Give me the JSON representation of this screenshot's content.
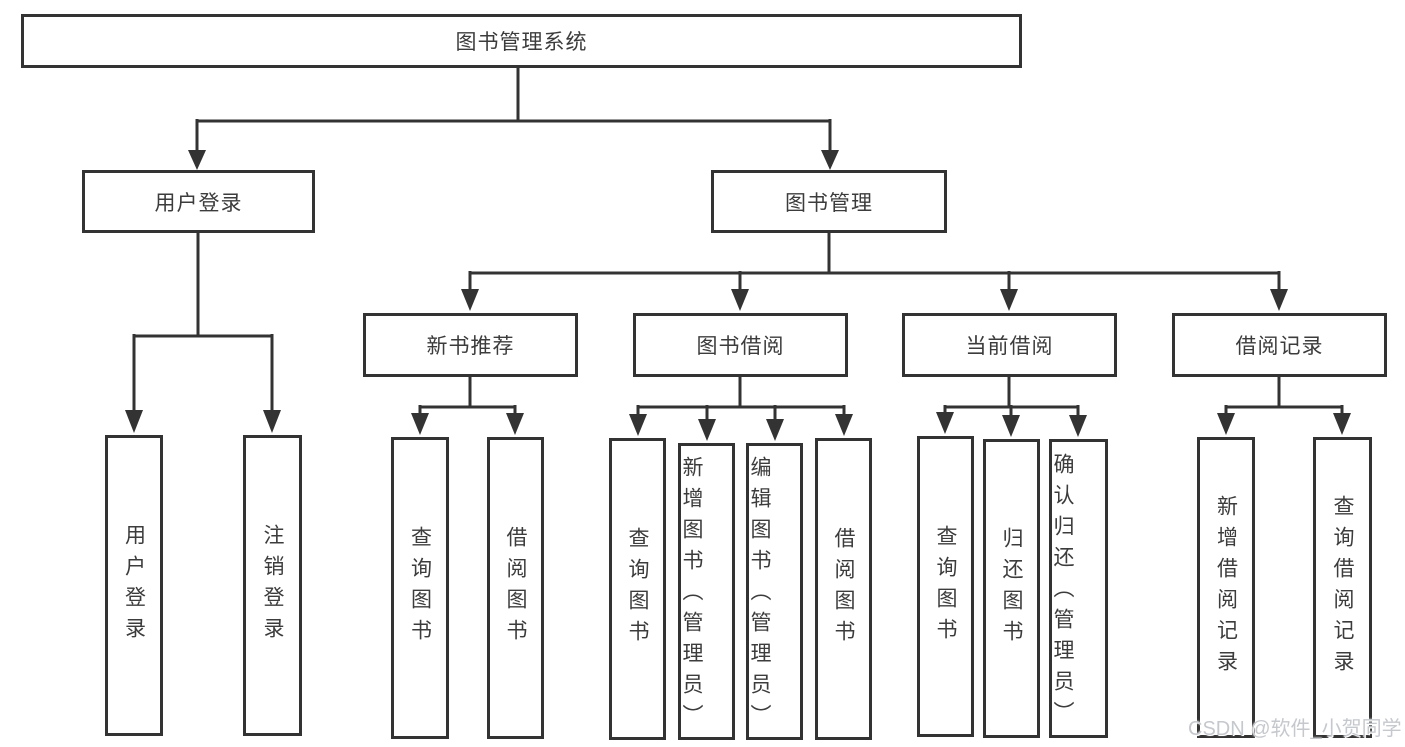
{
  "diagram": {
    "type": "hierarchy-flowchart",
    "title": "图书管理系统",
    "hierarchy": {
      "图书管理系统": {
        "用户登录": [
          "用户登录",
          "注销登录"
        ],
        "图书管理": {
          "新书推荐": [
            "查询图书",
            "借阅图书"
          ],
          "图书借阅": [
            "查询图书",
            "新增图书（管理员）",
            "编辑图书（管理员）",
            "借阅图书"
          ],
          "当前借阅": [
            "查询图书",
            "归还图书",
            "确认归还（管理员）"
          ],
          "借阅记录": [
            "新增借阅记录",
            "查询借阅记录"
          ]
        }
      }
    }
  },
  "nodes": {
    "root": "图书管理系统",
    "user_login": "用户登录",
    "book_mgmt": "图书管理",
    "ul_login": "用户登录",
    "ul_logout": "注销登录",
    "new_book_rec": "新书推荐",
    "book_borrow": "图书借阅",
    "current_borrow": "当前借阅",
    "borrow_records": "借阅记录",
    "nb_query": "查询图书",
    "nb_borrow": "借阅图书",
    "bb_query": "查询图书",
    "bb_add": "新增图书（管理员）",
    "bb_edit": "编辑图书（管理员）",
    "bb_borrow": "借阅图书",
    "cb_query": "查询图书",
    "cb_return": "归还图书",
    "cb_confirm": "确认归还（管理员）",
    "br_add": "新增借阅记录",
    "br_query": "查询借阅记录"
  },
  "watermark": {
    "text": "CSDN @软件_小贺同学",
    "color": "#c5c8cd"
  },
  "colors": {
    "background": "#ffffff",
    "line": "#333333",
    "box_border": "#333333",
    "text": "#3c3c3c"
  }
}
